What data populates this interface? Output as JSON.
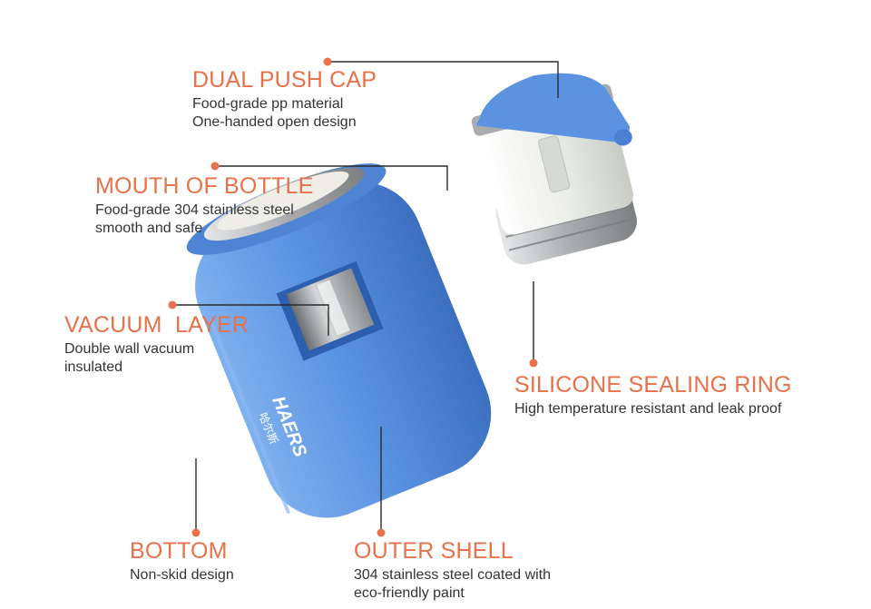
{
  "colors": {
    "accent": "#e8714a",
    "text": "#333333",
    "bottle_blue": "#5a93e0",
    "bottle_blue_dark": "#3e72c4",
    "cap_white": "#e9eae4",
    "steel": "#b9bcbd"
  },
  "brand": {
    "logo_text": "HAERS",
    "logo_sub": "哈尔斯"
  },
  "features": {
    "dual_push_cap": {
      "title": "DUAL PUSH CAP",
      "lines": [
        "Food-grade pp material",
        "One-handed open design"
      ]
    },
    "mouth_of_bottle": {
      "title": "MOUTH OF BOTTLE",
      "lines": [
        "Food-grade 304 stainless steel",
        "smooth and safe"
      ]
    },
    "vacuum_layer": {
      "title": "VACUUM  LAYER",
      "lines": [
        "Double wall vacuum",
        "insulated"
      ]
    },
    "silicone_sealing_ring": {
      "title": "SILICONE SEALING RING",
      "lines": [
        "High temperature resistant and leak proof"
      ]
    },
    "bottom": {
      "title": "BOTTOM",
      "lines": [
        "Non-skid design"
      ]
    },
    "outer_shell": {
      "title": "OUTER SHELL",
      "lines": [
        "304 stainless steel coated with",
        "eco-friendly paint"
      ]
    }
  }
}
